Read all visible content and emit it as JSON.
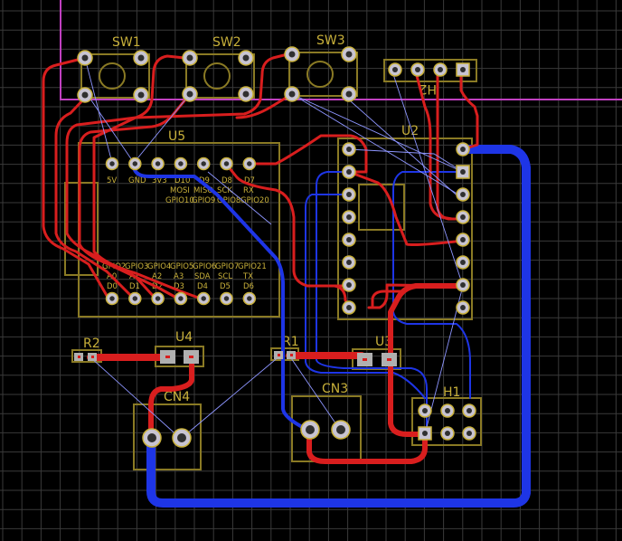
{
  "colors": {
    "background": "#000000",
    "grid": "#3a3a3a",
    "silkscreen": "#c8b03a",
    "top_copper": "#d81e1e",
    "bottom_copper": "#1e35e6",
    "ratsnest": "#8d95ff",
    "board_outline": "#c040c0",
    "pad": "#c8c4d2"
  },
  "designators": {
    "sw1": "SW1",
    "sw2": "SW2",
    "sw3": "SW3",
    "h2": "H2",
    "u5": "U5",
    "u2": "U2",
    "r2": "R2",
    "u4": "U4",
    "r1": "R1",
    "u3": "U3",
    "cn4": "CN4",
    "cn3": "CN3",
    "h1": "H1"
  },
  "u5_pins_top": {
    "row1": [
      "5V",
      "GND",
      "3V3",
      "D10",
      "D9",
      "D8",
      "D7"
    ],
    "row2": [
      "MOSI",
      "MISO",
      "SCK",
      "RX"
    ],
    "row3": [
      "GPIO10",
      "GPIO9",
      "GPIO8",
      "GPIO20"
    ]
  },
  "u5_pins_bottom": {
    "row1": [
      "GPIO2",
      "GPIO3",
      "GPIO4",
      "GPIO5",
      "GPIO6",
      "GPIO7",
      "GPIO21"
    ],
    "row2": [
      "A0",
      "A1",
      "A2",
      "A3",
      "SDA",
      "SCL",
      "TX"
    ],
    "row3": [
      "D0",
      "D1",
      "D2",
      "D3",
      "D4",
      "D5",
      "D6"
    ]
  }
}
